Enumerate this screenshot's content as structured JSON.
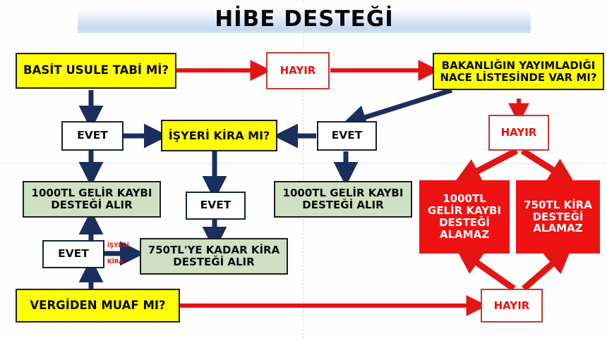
{
  "title": "HİBE DESTEĞİ",
  "nodes": {
    "basit_usule": "BASİT USULE TABİ Mİ?",
    "hayir_top": "HAYIR",
    "nace": "BAKANLIĞIN YAYIMLADIĞI NACE LİSTESİNDE VAR MI?",
    "nace_line1": "BAKANLIĞIN YAYIMLADIĞI",
    "nace_line2": "NACE LİSTESİNDE VAR MI?",
    "evet_left": "EVET",
    "isyeri_kira": "İŞYERİ KİRA MI?",
    "evet_center": "EVET",
    "hayir_right": "HAYIR",
    "gelir_kaybi_left_line1": "1000TL GELİR KAYBI",
    "gelir_kaybi_left_line2": "DESTEĞİ ALIR",
    "evet_mid": "EVET",
    "gelir_kaybi_right_line1": "1000TL GELİR KAYBI",
    "gelir_kaybi_right_line2": "DESTEĞİ ALIR",
    "alamaz_1000_line1": "1000TL",
    "alamaz_1000_line2": "GELİR KAYBI",
    "alamaz_1000_line3": "DESTEĞİ",
    "alamaz_1000_line4": "ALAMAZ",
    "alamaz_750_line1": "750TL KİRA",
    "alamaz_750_line2": "DESTEĞİ",
    "alamaz_750_line3": "ALAMAZ",
    "evet_bottom": "EVET",
    "kira_alir_line1": "750TL'YE KADAR KİRA",
    "kira_alir_line2": "DESTEĞİ ALIR",
    "vergiden_muaf": "VERGİDEN MUAF MI?",
    "hayir_bottom": "HAYIR"
  },
  "edge_labels": {
    "isyeri": "İŞYERİ",
    "kira": "KİRA"
  },
  "colors": {
    "decision": "#ffff00",
    "positive_outcome": "#cfe0c3",
    "negative_outcome": "#ee1212",
    "yes_arrow": "#1b2f5e",
    "no_arrow": "#e31414",
    "banner": "#c3d8ef"
  }
}
